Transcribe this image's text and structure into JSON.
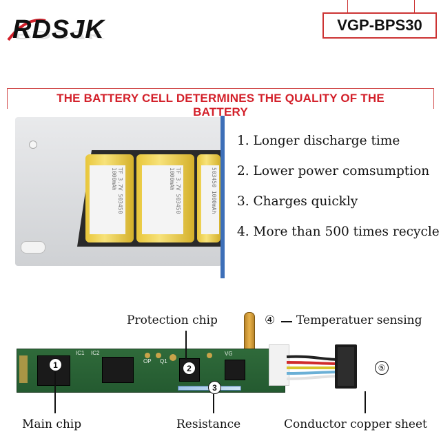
{
  "brand": {
    "logo_text": "RDSJK"
  },
  "model": "VGP-BPS30",
  "headline": "THE BATTERY CELL DETERMINES THE QUALITY OF THE BATTERY",
  "features": [
    "1. Longer discharge time",
    "2. Lower power comsumption",
    "3. Charges quickly",
    "4. More than 500 times recycle"
  ],
  "cell_labels": [
    "TF 3.7V 503450 1000mAh",
    "TF 3.7V 503450 1000mAh",
    "503450 1000mAh"
  ],
  "diagram": {
    "protection_chip": "Protection chip",
    "temperature_num": "④",
    "temperature_label": "Temperatuer sensing",
    "conductor_num": "⑤",
    "main_chip": "Main chip",
    "resistance": "Resistance",
    "conductor": "Conductor copper sheet",
    "markers": [
      "1",
      "2",
      "3"
    ],
    "silk": {
      "ic1": "IC1",
      "ic2": "IC2",
      "op": "OP",
      "q1": "Q1",
      "vg": "VG"
    }
  },
  "colors": {
    "accent_red": "#d3202a",
    "divider_blue": "#3d6fb8",
    "pcb_green": "#2f6a3a"
  }
}
